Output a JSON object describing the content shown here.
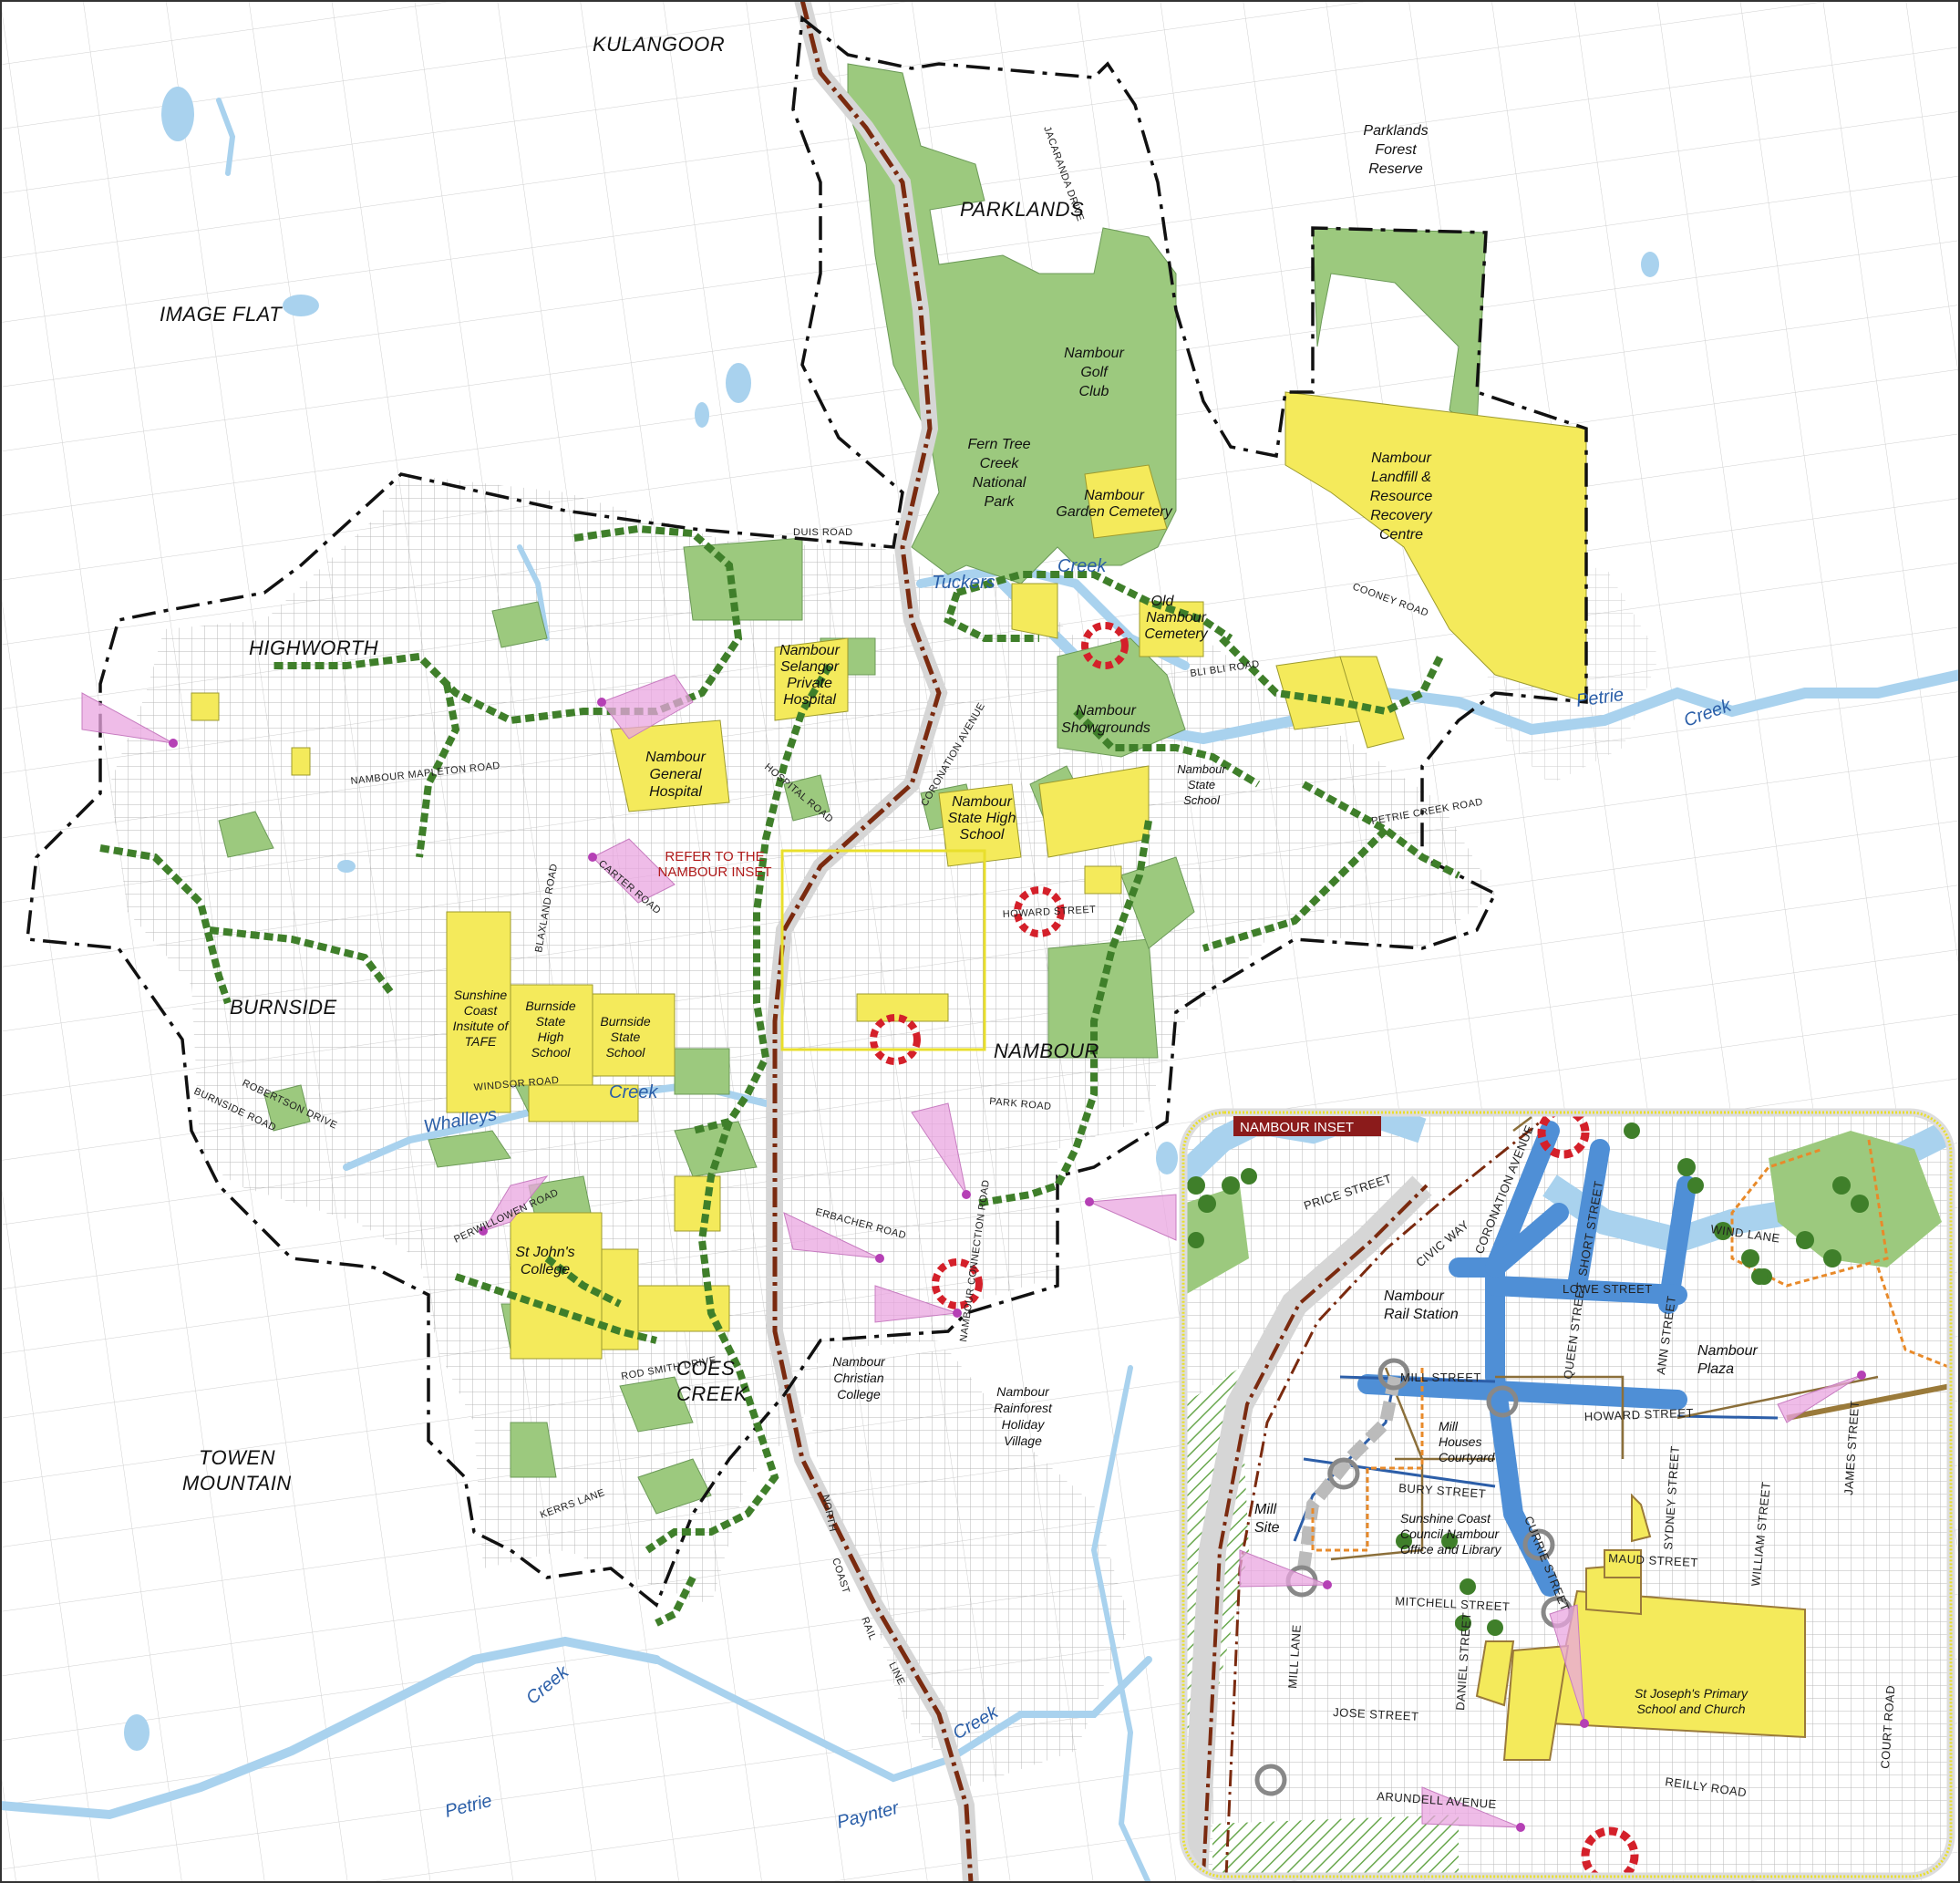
{
  "colors": {
    "open_space": "#9cc97e",
    "community_facility": "#f4ea5b",
    "waterway": "#a9d2ee",
    "rail": "#7a2a0f",
    "green_link": "#3f7f2a",
    "gateway": "#d4202a",
    "viewcone": "#e9a6e0",
    "focus_street": "#4f8fd6",
    "boundary": "#111111",
    "inset_border": "#e9df2c",
    "inset_title_bg": "#8b1b1b"
  },
  "localities": [
    "KULANGOOR",
    "PARKLANDS",
    "IMAGE FLAT",
    "HIGHWORTH",
    "BURNSIDE",
    "NAMBOUR",
    "TOWEN MOUNTAIN"
  ],
  "coes_creek": [
    "COES",
    "CREEK"
  ],
  "features": {
    "parklands_forest_reserve": [
      "Parklands",
      "Forest",
      "Reserve"
    ],
    "golf_club": [
      "Nambour",
      "Golf",
      "Club"
    ],
    "fern_tree": [
      "Fern Tree",
      "Creek",
      "National",
      "Park"
    ],
    "garden_cemetery": [
      "Nambour",
      "Garden Cemetery"
    ],
    "landfill": [
      "Nambour",
      "Landfill &",
      "Resource",
      "Recovery",
      "Centre"
    ],
    "old_cemetery": [
      "Old",
      "Nambour",
      "Cemetery"
    ],
    "selangor": [
      "Nambour",
      "Selangor",
      "Private",
      "Hospital"
    ],
    "general_hospital": [
      "Nambour",
      "General",
      "Hospital"
    ],
    "showgrounds": [
      "Nambour",
      "Showgrounds"
    ],
    "state_school": [
      "Nambour",
      "State",
      "School"
    ],
    "state_high": [
      "Nambour",
      "State High",
      "School"
    ],
    "tafe": [
      "Sunshine",
      "Coast",
      "Insitute of",
      "TAFE"
    ],
    "burnside_high": [
      "Burnside",
      "State",
      "High",
      "School"
    ],
    "burnside_state": [
      "Burnside",
      "State",
      "School"
    ],
    "st_johns": [
      "St John's",
      "College"
    ],
    "christian": [
      "Nambour",
      "Christian",
      "College"
    ],
    "rainforest": [
      "Nambour",
      "Rainforest",
      "Holiday",
      "Village"
    ]
  },
  "waterways": {
    "tuckers": "Tuckers",
    "creek": "Creek",
    "petrie": "Petrie",
    "whalleys": "Whalleys",
    "paynter": "Paynter"
  },
  "rail_label": [
    "NORTH",
    "COAST",
    "RAIL",
    "LINE"
  ],
  "streets": {
    "duis": "DUIS ROAD",
    "cooney": "COONEY ROAD",
    "petrie_ck_rd": "PETRIE CREEK ROAD",
    "nambour_mapleton": "NAMBOUR MAPLETON ROAD",
    "carter": "CARTER ROAD",
    "windsor": "WINDSOR ROAD",
    "burnside_rd": "BURNSIDE ROAD",
    "robertson": "ROBERTSON DRIVE",
    "perwillowen": "PERWILLOWEN ROAD",
    "howard": "HOWARD STREET",
    "park": "PARK ROAD",
    "erbacher": "ERBACHER ROAD",
    "nambour_connection": "NAMBOUR CONNECTION ROAD",
    "blaxland": "BLAXLAND ROAD",
    "rod_smith": "ROD SMITH DRIVE",
    "kerrs": "KERRS LANE",
    "jacaranda": "JACARANDA DRIVE",
    "hospital": "HOSPITAL ROAD",
    "bli_bli": "BLI BLI ROAD",
    "coronation": "CORONATION AVENUE"
  },
  "refer_label": [
    "REFER TO THE",
    "NAMBOUR INSET"
  ],
  "inset": {
    "title": "NAMBOUR INSET",
    "streets": {
      "price": "PRICE STREET",
      "coronation": "CORONATION AVENUE",
      "short": "SHORT STREET",
      "civic_way": "CIVIC WAY",
      "lowe": "LOWE STREET",
      "ann": "ANN STREET",
      "mill": "MILL STREET",
      "queen": "QUEEN STREET",
      "howard": "HOWARD STREET",
      "bury": "BURY STREET",
      "currie": "CURRIE STREET",
      "maud": "MAUD STREET",
      "mitchell": "MITCHELL STREET",
      "sydney": "SYDNEY STREET",
      "william": "WILLIAM STREET",
      "james": "JAMES STREET",
      "mill_lane": "MILL LANE",
      "daniel": "DANIEL STREET",
      "jose": "JOSE STREET",
      "arundell": "ARUNDELL AVENUE",
      "reilly": "REILLY ROAD",
      "court": "COURT ROAD",
      "wind_lane": "WIND LANE"
    },
    "places": {
      "rail_station": [
        "Nambour",
        "Rail Station"
      ],
      "plaza": [
        "Nambour",
        "Plaza"
      ],
      "mill_houses": [
        "Mill",
        "Houses",
        "Courtyard"
      ],
      "mill_site": [
        "Mill",
        "Site"
      ],
      "council": [
        "Sunshine Coast",
        "Council Nambour",
        "Office and Library"
      ],
      "st_josephs": [
        "St Joseph's Primary",
        "School and Church"
      ]
    }
  }
}
